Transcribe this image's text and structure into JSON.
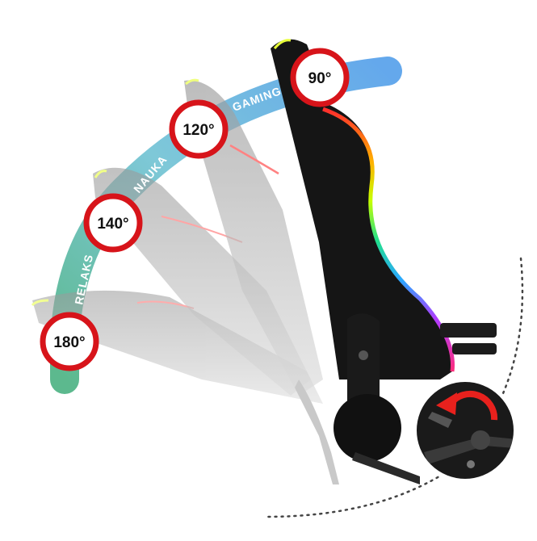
{
  "angles": [
    {
      "label": "90°"
    },
    {
      "label": "120°"
    },
    {
      "label": "140°"
    },
    {
      "label": "180°"
    }
  ],
  "modes": [
    {
      "label": "GAMING"
    },
    {
      "label": "NAUKA"
    },
    {
      "label": "RELAKS"
    }
  ],
  "colors": {
    "band_top": "#64a8ec",
    "band_middle": "#7ec8d8",
    "band_bottom": "#5cb98e",
    "badge_ring": "#d7141a",
    "rotate_arrow": "#e8211d",
    "chair": "#151515"
  },
  "icons": [
    "rotate-arrow-icon",
    "recline-lever-icon"
  ]
}
